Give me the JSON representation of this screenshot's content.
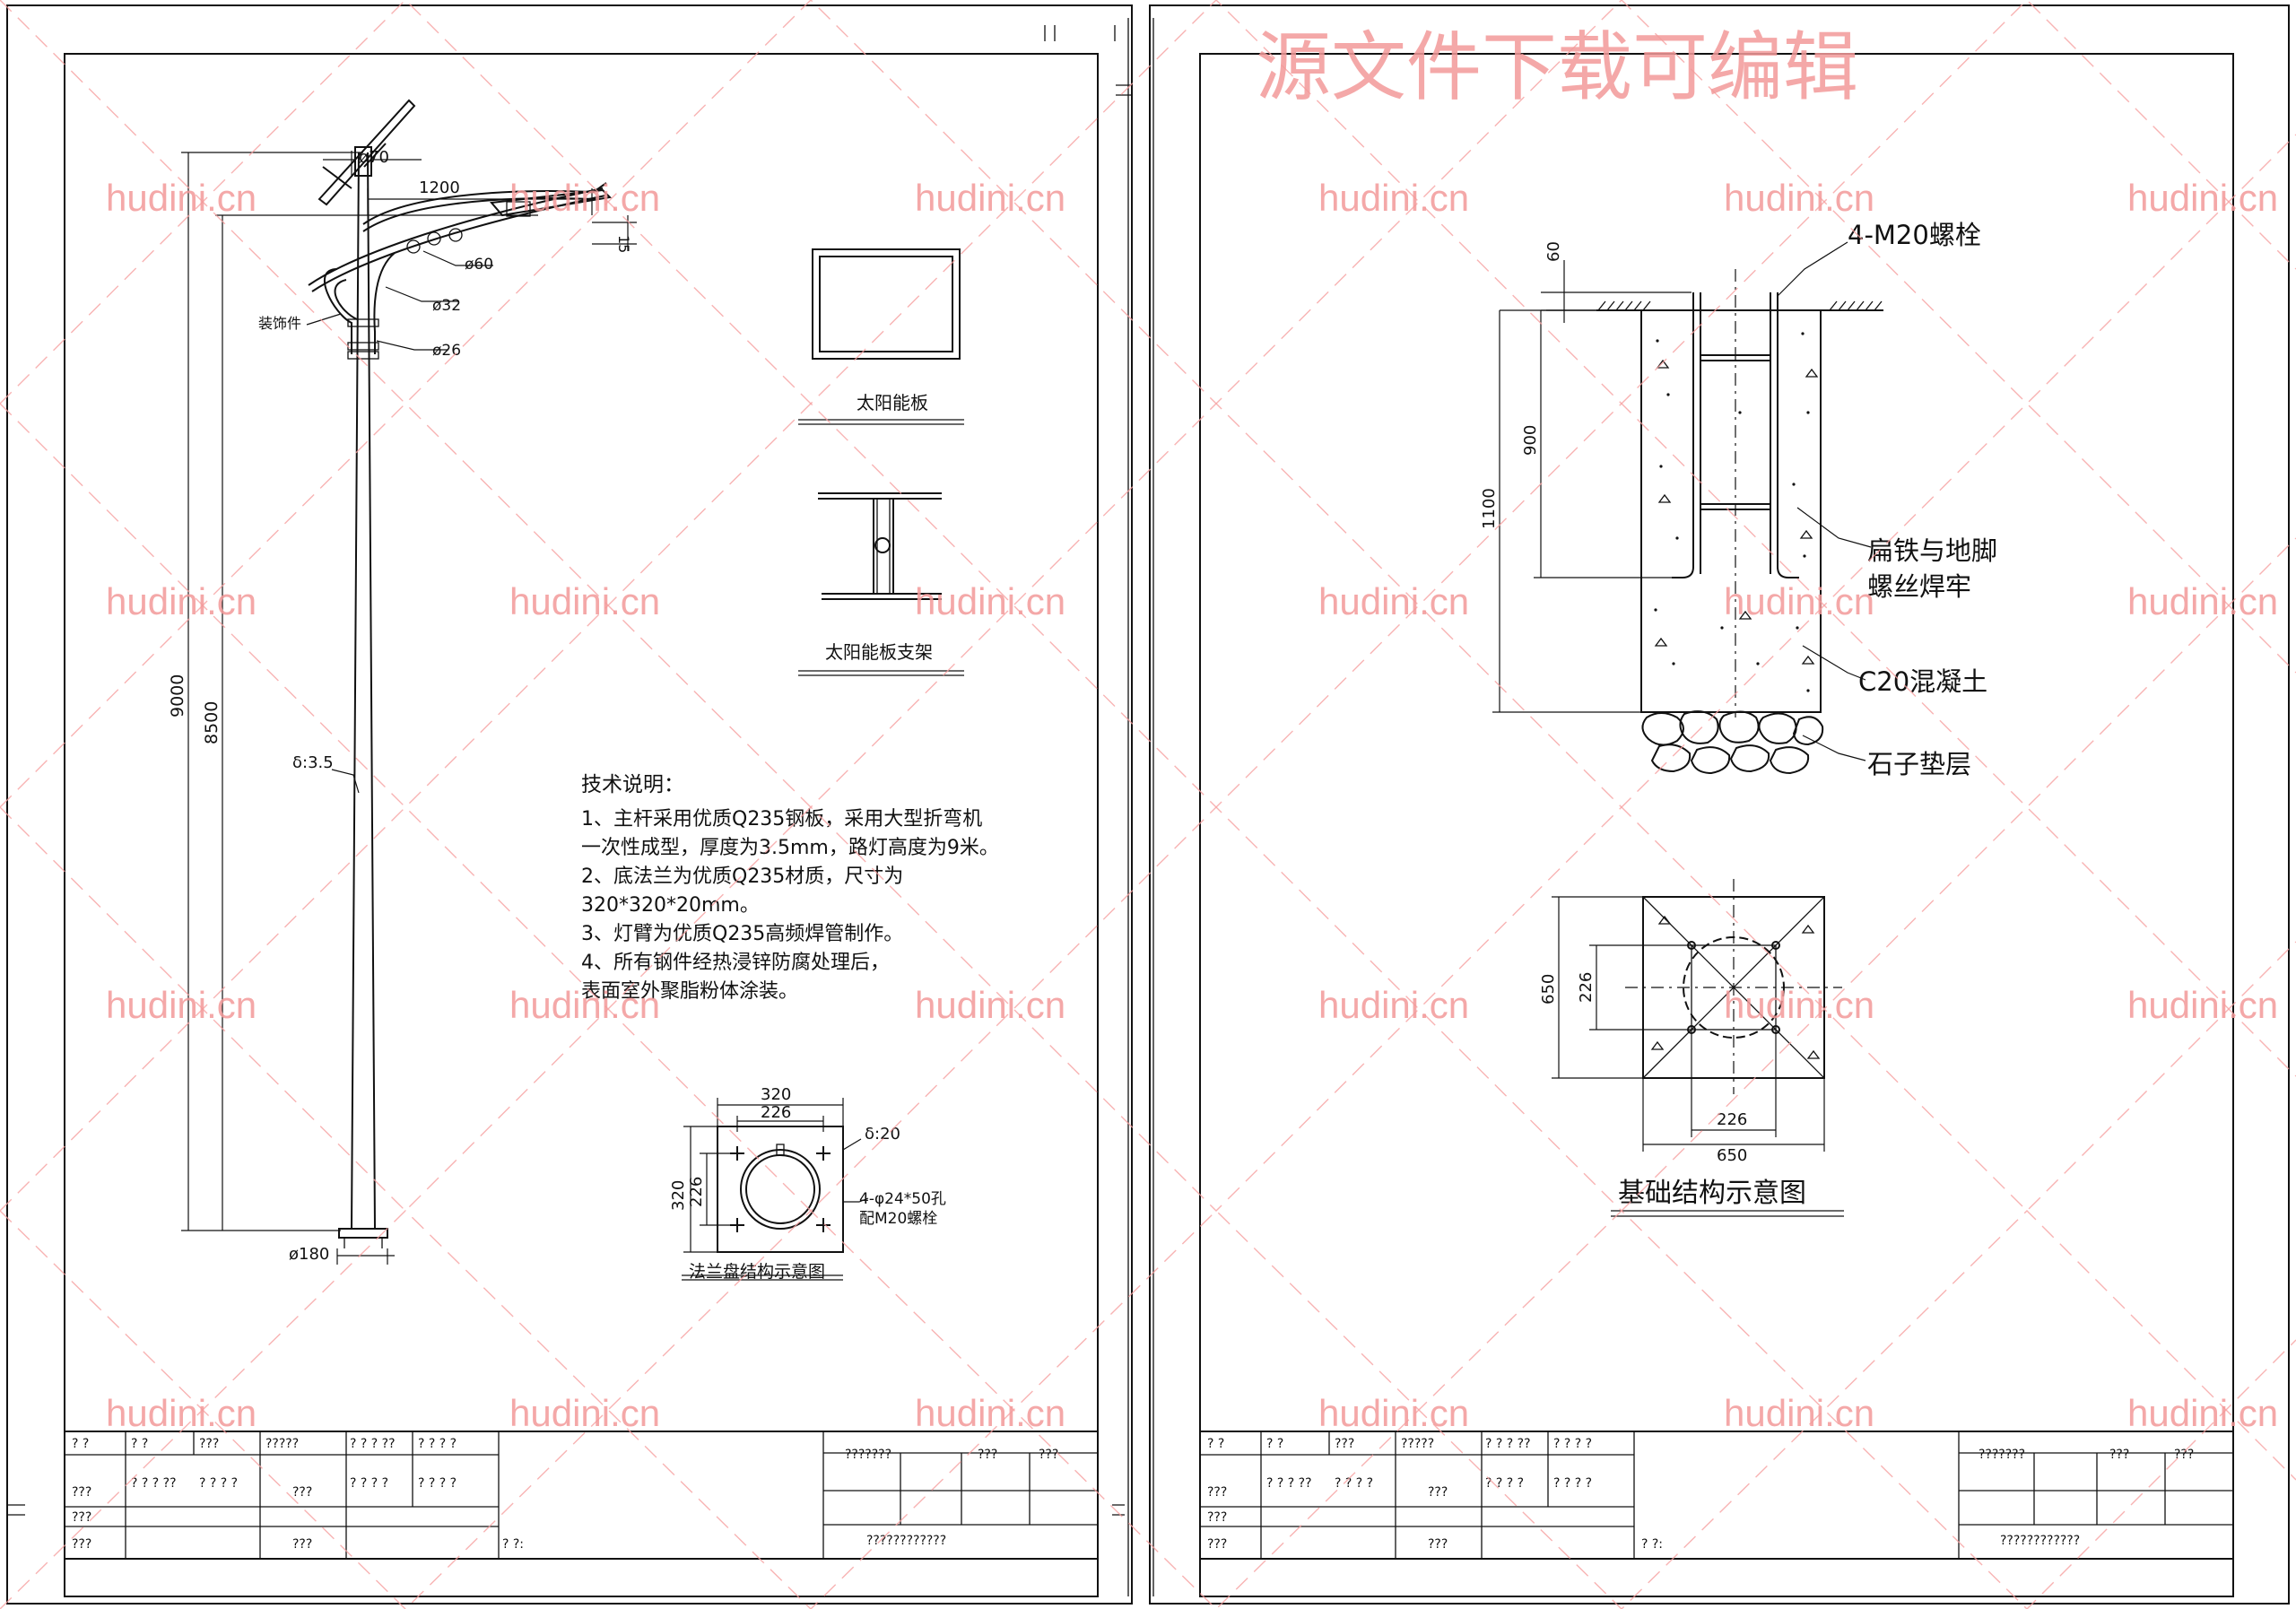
{
  "watermark": {
    "text": "hudini.cn",
    "banner": "源文件下载可编辑"
  },
  "pole": {
    "d70": "ø70",
    "w1200": "1200",
    "d15": "15",
    "d60": "ø60",
    "d32": "ø32",
    "d26": "ø26",
    "ornament": "装饰件",
    "h9000": "9000",
    "h8500": "8500",
    "thickness": "δ:3.5",
    "base": "ø180"
  },
  "solar_panel_title": "太阳能板",
  "bracket_title": "太阳能板支架",
  "tech_notes": {
    "heading": "技术说明：",
    "lines": [
      "1、主杆采用优质Q235钢板，采用大型折弯机",
      "一次性成型，厚度为3.5mm，路灯高度为9米。",
      "2、底法兰为优质Q235材质，尺寸为",
      "320*320*20mm。",
      "3、灯臂为优质Q235高频焊管制作。",
      "4、所有钢件经热浸锌防腐处理后，",
      "表面室外聚脂粉体涂装。"
    ]
  },
  "flange": {
    "w320": "320",
    "w226": "226",
    "h320": "320",
    "h226": "226",
    "thickness": "δ:20",
    "holes": "4-φ24*50孔",
    "bolts": "配M20螺栓",
    "title": "法兰盘结构示意图"
  },
  "foundation": {
    "bolt": "4-M20螺栓",
    "d60": "60",
    "d900": "900",
    "d1100": "1100",
    "weld_line1": "扁铁与地脚",
    "weld_line2": "螺丝焊牢",
    "concrete": "C20混凝土",
    "gravel": "石子垫层",
    "plan650v": "650",
    "plan226v": "226",
    "plan226h": "226",
    "plan650h": "650",
    "title": "基础结构示意图"
  },
  "title_block": {
    "r1": [
      "? ?",
      "? ?",
      "???",
      "?????",
      "? ? ? ??",
      "? ? ? ?"
    ],
    "r2": [
      "???",
      "? ? ? ??",
      "? ? ? ?",
      "???",
      "? ? ? ?",
      "? ? ? ?"
    ],
    "r3": [
      "???"
    ],
    "r4": [
      "???",
      "???",
      "? ?:"
    ],
    "right1": [
      "???????",
      "???",
      "???"
    ],
    "right2": "????????????"
  }
}
